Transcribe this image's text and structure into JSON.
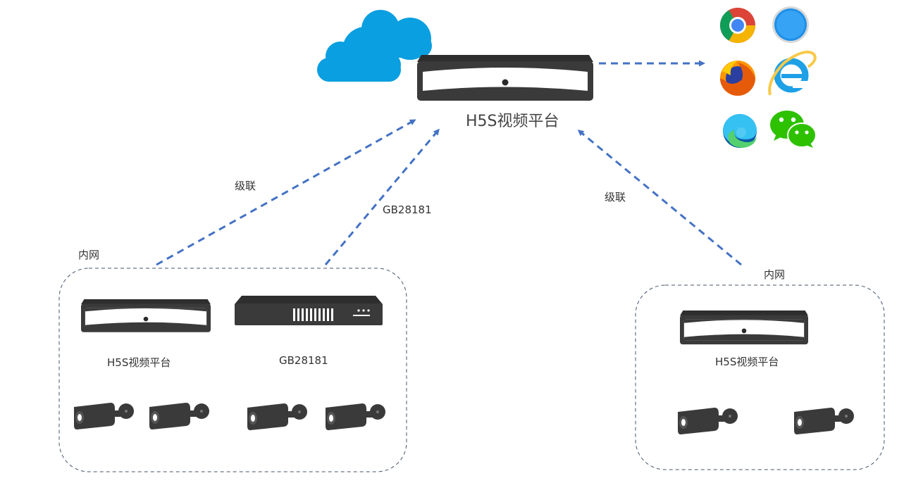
{
  "main_platform": {
    "label": "H5S视频平台"
  },
  "left_group": {
    "network_label": "内网",
    "platform_label": "H5S视频平台",
    "gb_device_label": "GB28181"
  },
  "right_group": {
    "network_label": "内网",
    "platform_label": "H5S视频平台"
  },
  "links": {
    "left_cascade": "级联",
    "left_gb": "GB28181",
    "right_cascade": "级联"
  },
  "browser_icons": [
    "chrome-icon",
    "safari-icon",
    "firefox-icon",
    "ie-icon",
    "edge-icon",
    "wechat-icon"
  ],
  "colors": {
    "arrow": "#4472C4",
    "cloud": "#0A9FE0",
    "device": "#3a3a3a",
    "group_border": "#44546A"
  }
}
